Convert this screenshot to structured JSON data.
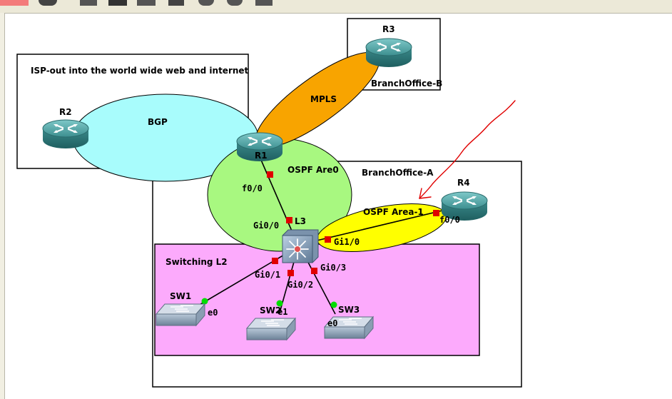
{
  "toolbar": {
    "buttons": [
      "stop-icon",
      "reload-icon",
      "notes-icon",
      "terminal-icon",
      "grid-icon",
      "capture-icon",
      "zoom-in-icon",
      "zoom-out-icon",
      "screenshot-icon"
    ]
  },
  "areas": {
    "isp": "ISP-out into the world wide web and internet",
    "bgp": "BGP",
    "mpls": "MPLS",
    "ospf_area0": "OSPF Are0",
    "ospf_area1": "OSPF Area-1",
    "switching": "Switching L2",
    "branch_a": "BranchOffice-A",
    "branch_b": "BranchOffice-B"
  },
  "devices": {
    "r1": "R1",
    "r2": "R2",
    "r3": "R3",
    "r4": "R4",
    "l3": "L3",
    "sw1": "SW1",
    "sw2": "SW2",
    "sw3": "SW3"
  },
  "interfaces": {
    "r1_f00": "f0/0",
    "l3_gi00": "Gi0/0",
    "l3_gi10": "Gi1/0",
    "r4_f00": "f0/0",
    "l3_gi01": "Gi0/1",
    "l3_gi02": "Gi0/2",
    "l3_gi03": "Gi0/3",
    "sw1_e0": "e0",
    "sw2_e1": "e1",
    "sw3_e0": "e0"
  },
  "colors": {
    "bgp": "#a8fcfc",
    "mpls": "#f8a400",
    "ospf_area0": "#a8f880",
    "ospf_area1": "#ffff00",
    "switching": "#fcaafc",
    "router": "#3a8c8c",
    "link_down": "#e00000",
    "link_up": "#00dd00",
    "annotation": "#e00000"
  }
}
